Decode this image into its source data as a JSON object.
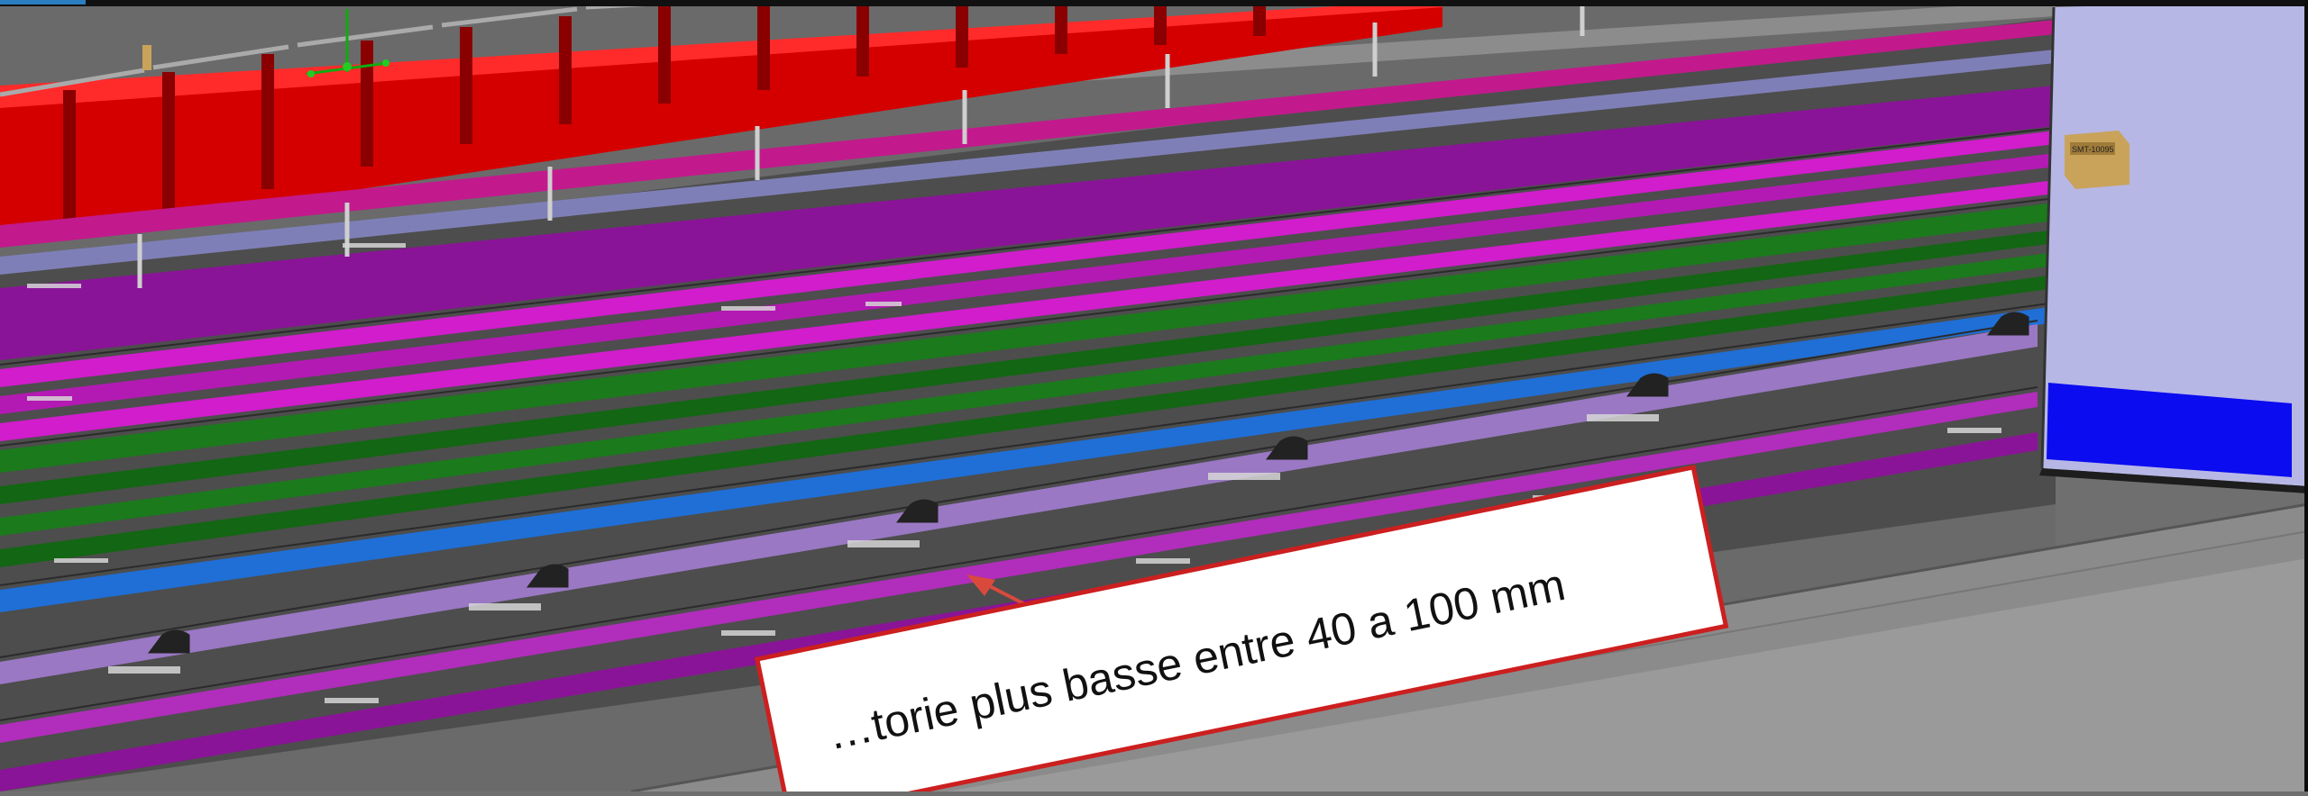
{
  "viewport": {
    "title": "Vue 3D CAO",
    "colors": {
      "box": "#e00000",
      "pipe_magenta": "#d11dcc",
      "pipe_violet": "#8a1497",
      "pipe_green": "#1b7a1b",
      "pipe_blue": "#1f6fd6",
      "pipe_lavender": "#9a78c4",
      "pipe_purple_low": "#a02ba6",
      "panel": "#b7b7e6",
      "panel_blue": "#0c0cf0",
      "label_box": "#c9a35a",
      "annotation_border": "#cc1f1f"
    }
  },
  "annotation": {
    "text": "…torie plus basse entre 40 a 100 mm"
  },
  "panel": {
    "label_tag": "SMT-10095"
  }
}
